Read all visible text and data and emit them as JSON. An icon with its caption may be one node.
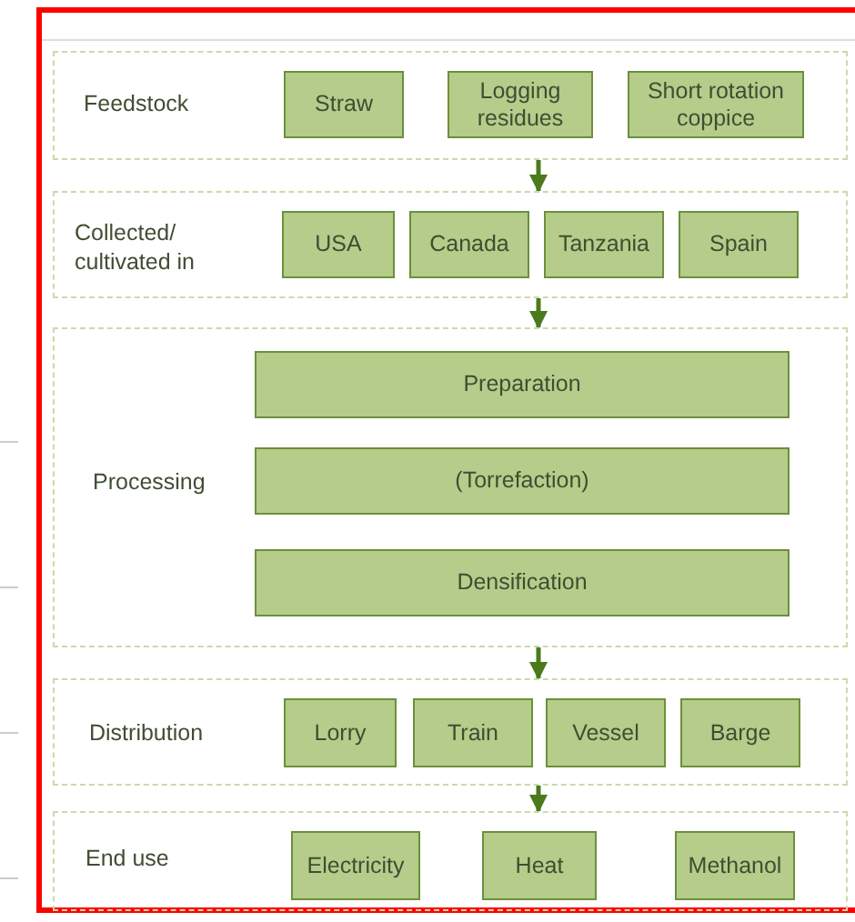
{
  "diagram": {
    "nodes": [
      {
        "text": [
          "Feedstock"
        ]
      },
      {
        "text": [
          "Straw"
        ],
        "in": 0
      },
      {
        "text": [
          "Logging residues"
        ],
        "in": 0
      },
      {
        "text": [
          "Short rotation coppice"
        ],
        "in": 0
      },
      {
        "text": [
          "Collected/ cultivated in"
        ]
      },
      {
        "text": [
          "USA"
        ],
        "in": 4
      },
      {
        "text": [
          "Canada"
        ],
        "in": 4
      },
      {
        "text": [
          "Tanzania"
        ],
        "in": 4
      },
      {
        "text": [
          "Spain"
        ],
        "in": 4
      },
      {
        "text": [
          "Processing"
        ]
      },
      {
        "text": [
          "Preparation"
        ],
        "in": 9
      },
      {
        "text": [
          "(Torrefaction)"
        ],
        "in": 9
      },
      {
        "text": [
          "Densification"
        ],
        "in": 9
      },
      {
        "text": [
          "Distribution"
        ]
      },
      {
        "text": [
          "Lorry"
        ],
        "in": 13
      },
      {
        "text": [
          "Train"
        ],
        "in": 13
      },
      {
        "text": [
          "Vessel"
        ],
        "in": 13
      },
      {
        "text": [
          "Barge"
        ],
        "in": 13
      },
      {
        "text": [
          "End use"
        ]
      },
      {
        "text": [
          "Electricity"
        ],
        "in": 18
      },
      {
        "text": [
          "Heat"
        ],
        "in": 18
      },
      {
        "text": [
          "Methanol"
        ],
        "in": 18
      }
    ],
    "edges": [
      {
        "from": 0,
        "to": 4,
        "arrow": "to"
      },
      {
        "from": 4,
        "to": 9,
        "arrow": "to"
      },
      {
        "from": 9,
        "to": 13,
        "arrow": "to"
      },
      {
        "from": 13,
        "to": 18,
        "arrow": "to"
      }
    ]
  }
}
